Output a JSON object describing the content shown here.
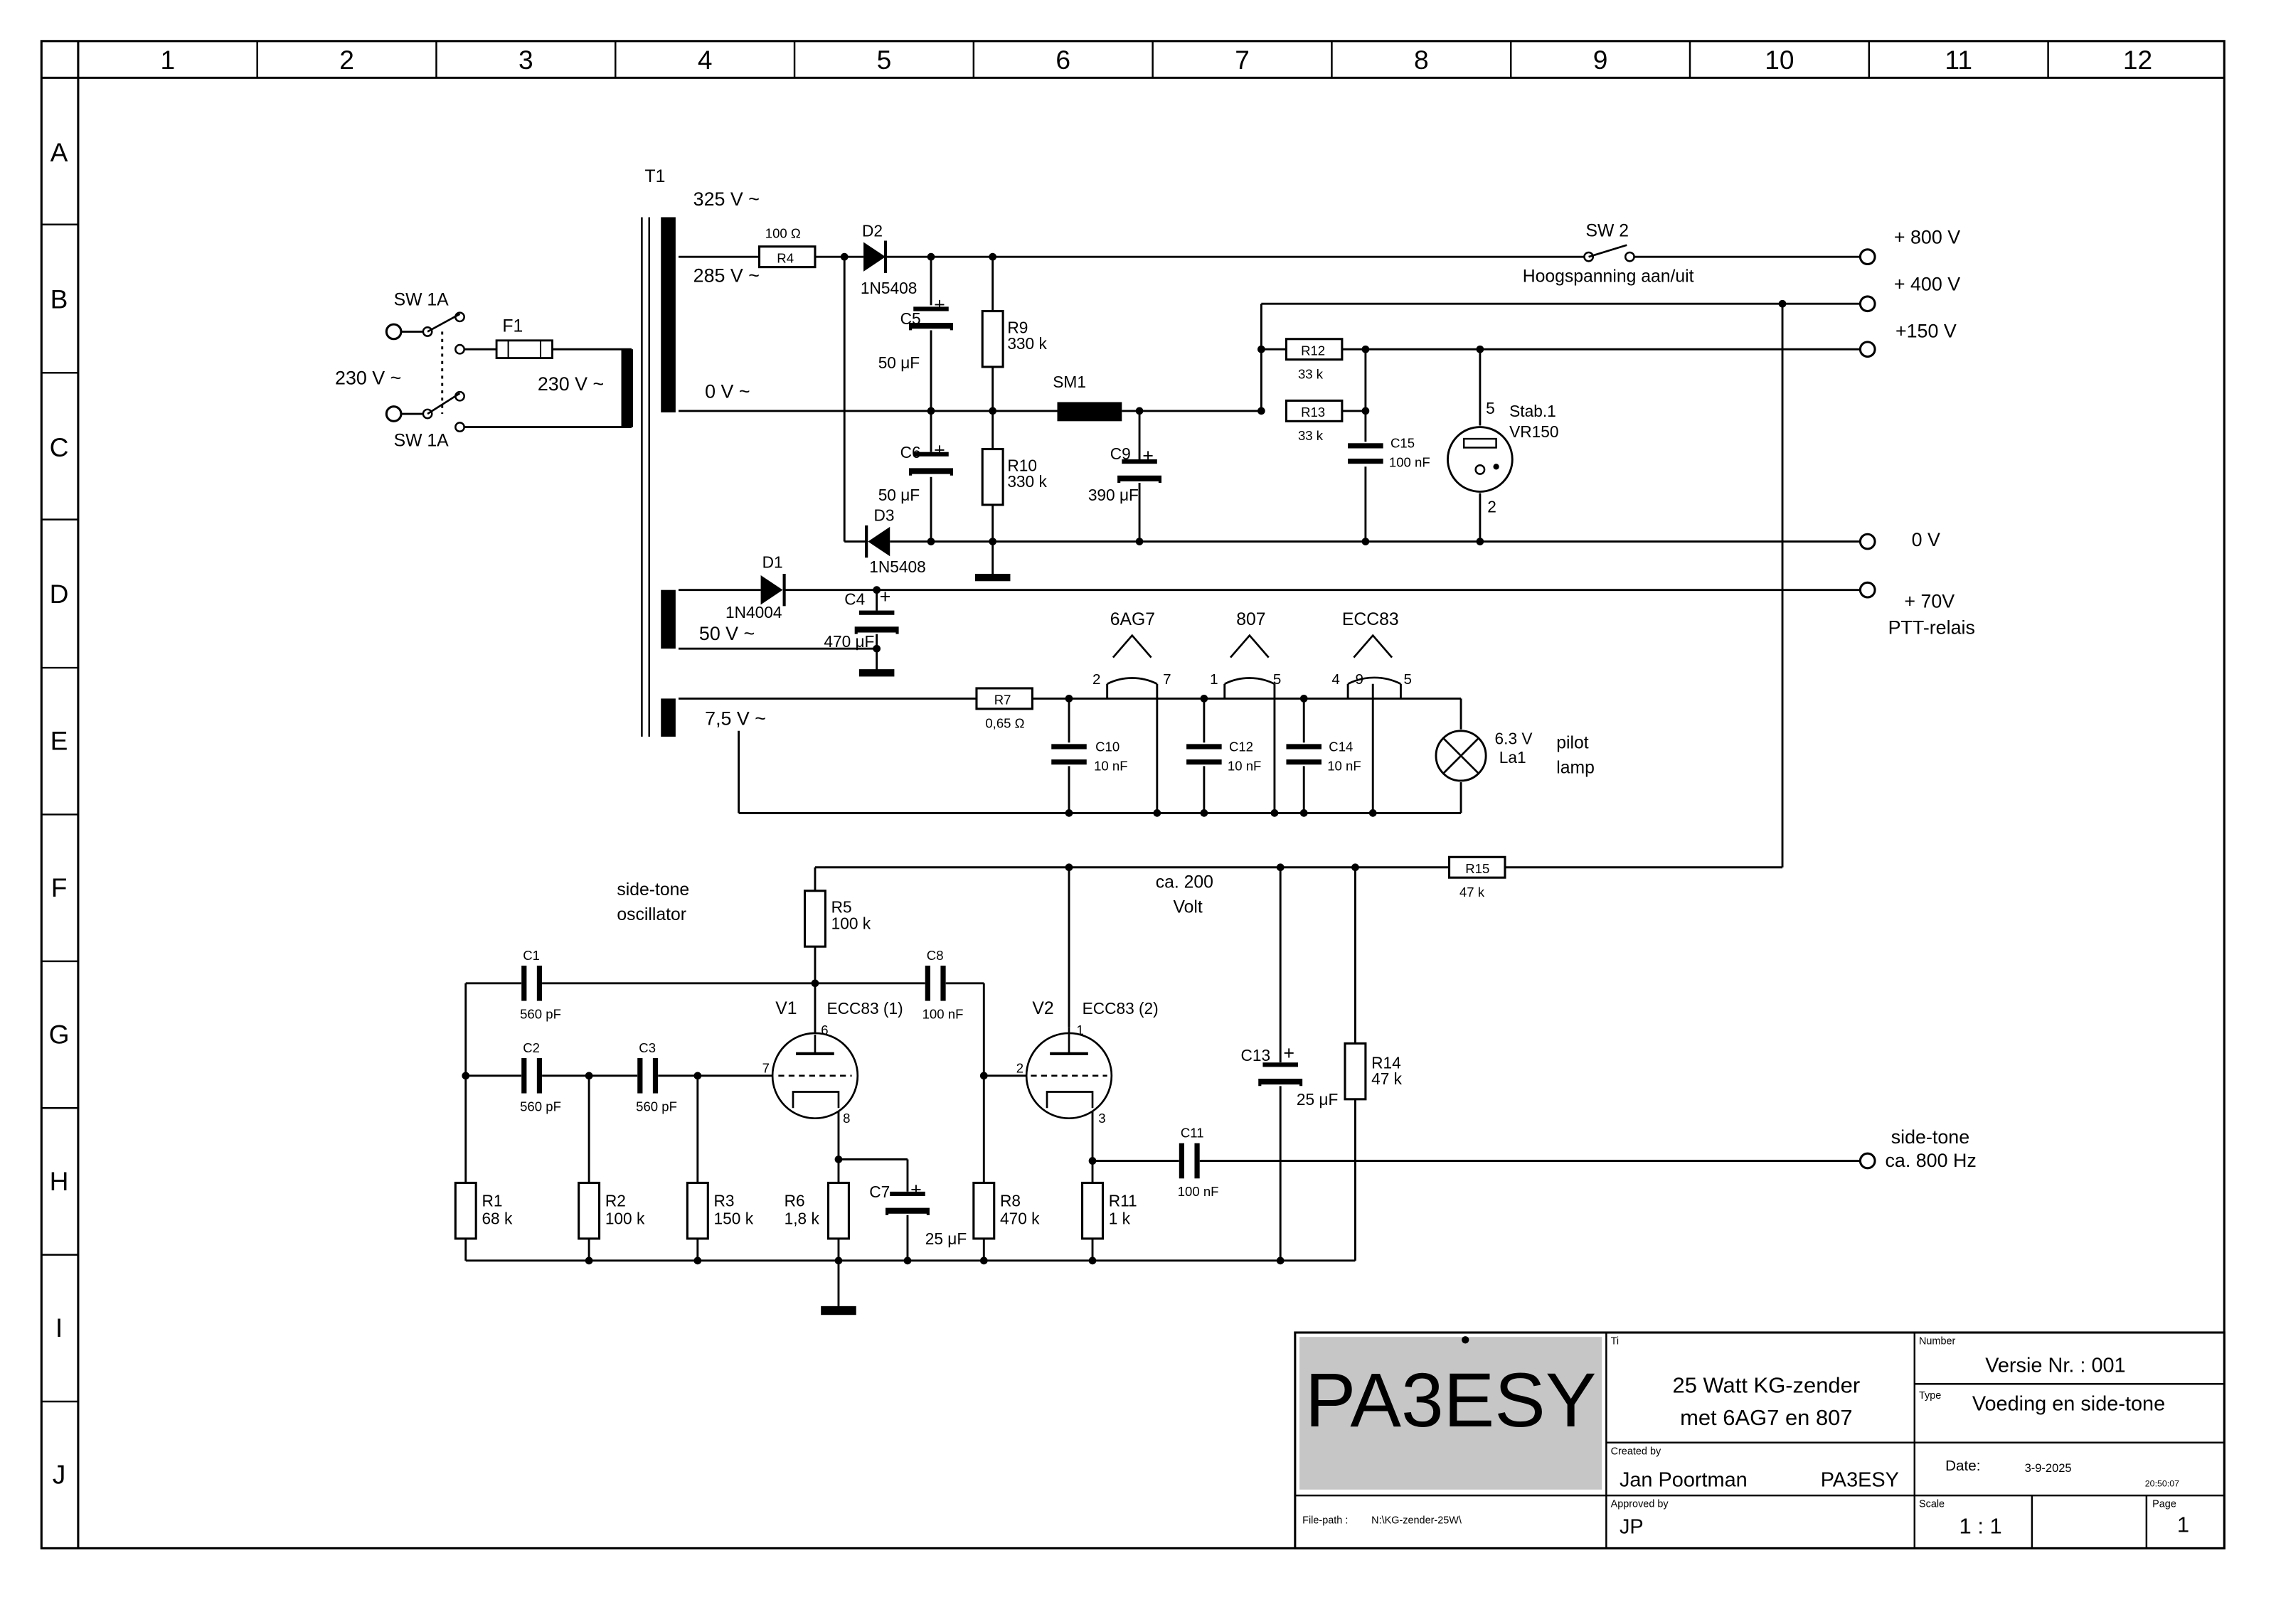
{
  "frame": {
    "columns": [
      "1",
      "2",
      "3",
      "4",
      "5",
      "6",
      "7",
      "8",
      "9",
      "10",
      "11",
      "12"
    ],
    "rows": [
      "A",
      "B",
      "C",
      "D",
      "E",
      "F",
      "G",
      "H",
      "I",
      "J"
    ]
  },
  "transformer": {
    "name": "T1",
    "primary": "230 V ~",
    "sec_325": "325 V ~",
    "sec_285": "285 V ~",
    "sec_0": "0 V ~",
    "sec_50": "50 V ~",
    "sec_75": "7,5 V ~"
  },
  "mains": {
    "input": "230 V ~",
    "switch_top": "SW 1A",
    "switch_bottom": "SW 1A",
    "fuse": "F1"
  },
  "components": {
    "r4": {
      "name": "R4",
      "value": "100 Ω"
    },
    "d2": {
      "name": "D2",
      "part": "1N5408"
    },
    "d3": {
      "name": "D3",
      "part": "1N5408"
    },
    "d1": {
      "name": "D1",
      "part": "1N4004"
    },
    "c5": {
      "name": "C5",
      "value": "50 μF"
    },
    "c6": {
      "name": "C6",
      "value": "50 μF"
    },
    "c4": {
      "name": "C4",
      "value": "470 μF"
    },
    "r9": {
      "name": "R9",
      "value": "330 k"
    },
    "r10": {
      "name": "R10",
      "value": "330 k"
    },
    "sm1": {
      "name": "SM1"
    },
    "c9": {
      "name": "C9",
      "value": "390 μF"
    },
    "r12": {
      "name": "R12",
      "value": "33 k"
    },
    "r13": {
      "name": "R13",
      "value": "33 k"
    },
    "c15": {
      "name": "C15",
      "value": "100 nF"
    },
    "stab": {
      "name": "Stab.1",
      "part": "VR150",
      "pin_top": "5",
      "pin_bottom": "2"
    },
    "sw2": {
      "name": "SW 2",
      "desc": "Hoogspanning aan/uit"
    },
    "r7": {
      "name": "R7",
      "value": "0,65 Ω"
    },
    "c10": {
      "name": "C10",
      "value": "10 nF"
    },
    "c12": {
      "name": "C12",
      "value": "10 nF"
    },
    "c14": {
      "name": "C14",
      "value": "10 nF"
    },
    "tube_6ag7": {
      "name": "6AG7",
      "pin_a": "2",
      "pin_b": "7"
    },
    "tube_807": {
      "name": "807",
      "pin_a": "1",
      "pin_b": "5"
    },
    "tube_ecc83": {
      "name": "ECC83",
      "pin_a": "4",
      "pin_b": "9",
      "pin_c": "5"
    },
    "lamp": {
      "name": "La1",
      "value": "6.3 V",
      "desc1": "pilot",
      "desc2": "lamp"
    },
    "r15": {
      "name": "R15",
      "value": "47 k"
    },
    "osc_label1": "side-tone",
    "osc_label2": "oscillator",
    "hv_label1": "ca. 200",
    "hv_label2": "Volt",
    "r5": {
      "name": "R5",
      "value": "100 k"
    },
    "c1": {
      "name": "C1",
      "value": "560 pF"
    },
    "c2": {
      "name": "C2",
      "value": "560 pF"
    },
    "c3": {
      "name": "C3",
      "value": "560 pF"
    },
    "c8": {
      "name": "C8",
      "value": "100 nF"
    },
    "v1": {
      "name": "V1",
      "part": "ECC83 (1)",
      "pin_a": "6",
      "pin_g": "7",
      "pin_k": "8"
    },
    "v2": {
      "name": "V2",
      "part": "ECC83 (2)",
      "pin_a": "1",
      "pin_g": "2",
      "pin_k": "3"
    },
    "c13": {
      "name": "C13",
      "value": "25 μF"
    },
    "r14": {
      "name": "R14",
      "value": "47 k"
    },
    "c11": {
      "name": "C11",
      "value": "100 nF"
    },
    "r1": {
      "name": "R1",
      "value": "68 k"
    },
    "r2": {
      "name": "R2",
      "value": "100 k"
    },
    "r3": {
      "name": "R3",
      "value": "150 k"
    },
    "r6": {
      "name": "R6",
      "value": "1,8 k"
    },
    "c7": {
      "name": "C7",
      "value": "25 μF"
    },
    "r8": {
      "name": "R8",
      "value": "470 k"
    },
    "r11": {
      "name": "R11",
      "value": "1 k"
    }
  },
  "outputs": {
    "v800": "+ 800 V",
    "v400": "+ 400 V",
    "v150": "+150 V",
    "v0": "0 V",
    "v70": "+ 70V",
    "v70_desc": "PTT-relais",
    "sidetone": "side-tone",
    "sidetone_freq": "ca. 800 Hz"
  },
  "title_block": {
    "logo": "PA3ESY",
    "ti_label": "Ti",
    "title_line1": "25 Watt KG-zender",
    "title_line2": "met 6AG7 en 807",
    "number_label": "Number",
    "number": "Versie Nr. : 001",
    "type_label": "Type",
    "type": "Voeding en side-tone",
    "created_label": "Created by",
    "created_name": "Jan Poortman",
    "created_call": "PA3ESY",
    "date_label": "Date:",
    "date": "3-9-2025",
    "time": "20:50:07",
    "filepath_label": "File-path :",
    "filepath": "N:\\KG-zender-25W\\",
    "approved_label": "Approved by",
    "approved": "JP",
    "scale_label": "Scale",
    "scale": "1 : 1",
    "page_label": "Page",
    "page": "1"
  }
}
